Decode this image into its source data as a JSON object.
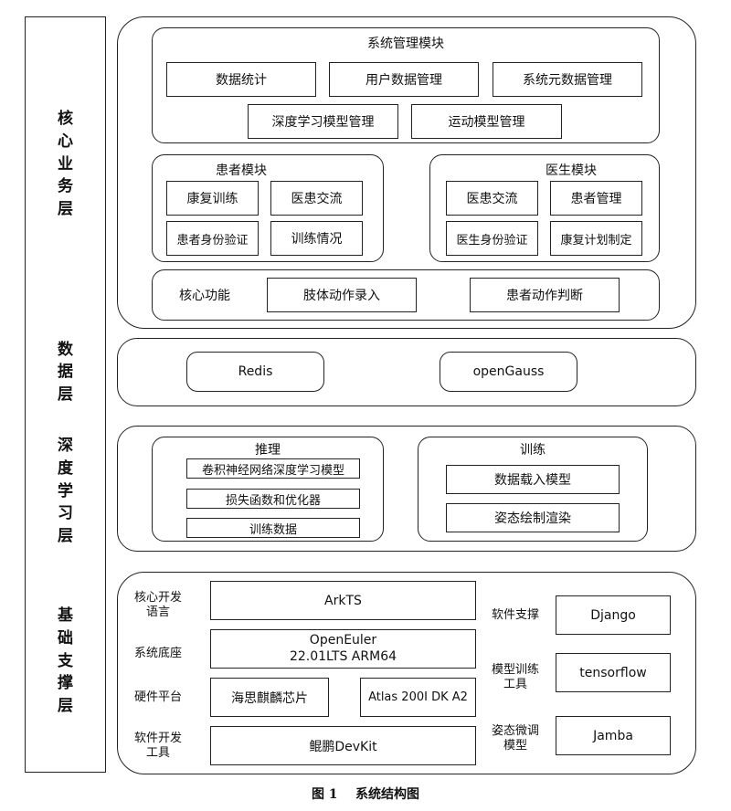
{
  "layers": {
    "core": "核心业务层",
    "data": "数据层",
    "dl": "深度学习层",
    "base": "基础支撑层"
  },
  "core": {
    "system_module": {
      "title": "系统管理模块",
      "items": [
        "数据统计",
        "用户数据管理",
        "系统元数据管理",
        "深度学习模型管理",
        "运动模型管理"
      ]
    },
    "patient_module": {
      "title": "患者模块",
      "items": [
        "康复训练",
        "医患交流",
        "患者身份验证",
        "训练情况"
      ]
    },
    "doctor_module": {
      "title": "医生模块",
      "items": [
        "医患交流",
        "患者管理",
        "医生身份验证",
        "康复计划制定"
      ]
    },
    "core_function": {
      "label": "核心功能",
      "items": [
        "肢体动作录入",
        "患者动作判断"
      ]
    }
  },
  "data_layer": {
    "items": [
      "Redis",
      "openGauss"
    ]
  },
  "dl_layer": {
    "inference": {
      "title": "推理",
      "items": [
        "卷积神经网络深度学习模型",
        "损失函数和优化器",
        "训练数据"
      ]
    },
    "training": {
      "title": "训练",
      "items": [
        "数据载入模型",
        "姿态绘制渲染"
      ]
    }
  },
  "base_layer": {
    "rows": [
      {
        "label": "核心开发\n语言",
        "value": "ArkTS"
      },
      {
        "label": "系统底座",
        "value": "OpenEuler\n22.01LTS ARM64"
      },
      {
        "label": "硬件平台",
        "values": [
          "海思麒麟芯片",
          "Atlas 200I DK A2"
        ]
      },
      {
        "label": "软件开发\n工具",
        "value": "鲲鹏DevKit"
      }
    ],
    "right": [
      {
        "label": "软件支撑",
        "value": "Django"
      },
      {
        "label": "模型训练\n工具",
        "value": "tensorflow"
      },
      {
        "label": "姿态微调\n模型",
        "value": "Jamba"
      }
    ]
  },
  "caption": "图 1    系统结构图"
}
